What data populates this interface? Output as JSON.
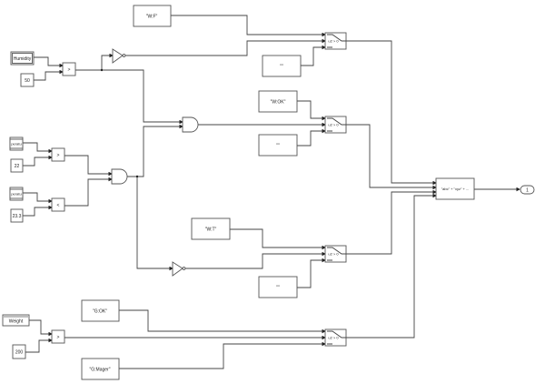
{
  "blocks": {
    "const_wf": "\"W:F\"",
    "const_wok": "\"W:OK\"",
    "const_wt": "\"W:T\"",
    "const_gok": "\"G:OK\"",
    "const_gmager": "\"G:Mager\"",
    "const_empty": "\"\"",
    "humidity": "Humidity",
    "c50": "50",
    "temp1": "peratu",
    "c22": "22",
    "temp2": "peratu",
    "c233": "23.3",
    "weight": "Weight",
    "c200": "200",
    "gt": ">",
    "lt": "<",
    "switch_cond": "u2 > 0",
    "concat": "\"abc\" + \"xyz\" + ...",
    "outport": "1"
  }
}
